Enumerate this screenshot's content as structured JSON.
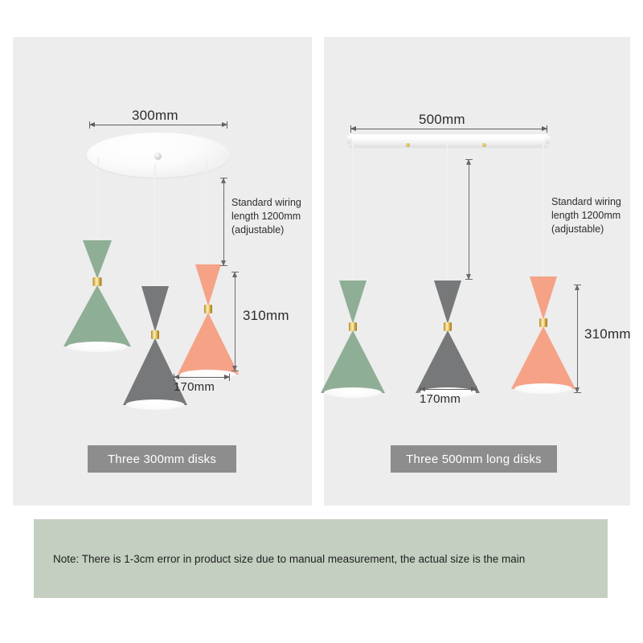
{
  "product": {
    "type": "pendant-light-spec-sheet"
  },
  "panels": [
    {
      "id": "left",
      "caption": "Three 300mm disks",
      "dimensions": {
        "plate_width": "300mm",
        "wiring": "Standard wiring\nlength 1200mm\n(adjustable)",
        "wiring_line1": "Standard wiring",
        "wiring_line2": "length 1200mm",
        "wiring_line3": "(adjustable)",
        "shade_height": "310mm",
        "shade_width": "170mm"
      },
      "lamps": [
        {
          "name": "green-pendant",
          "color": "#8fae96"
        },
        {
          "name": "gray-pendant",
          "color": "#76787a"
        },
        {
          "name": "coral-pendant",
          "color": "#f5a287"
        }
      ]
    },
    {
      "id": "right",
      "caption": "Three 500mm long disks",
      "dimensions": {
        "plate_width": "500mm",
        "wiring_line1": "Standard wiring",
        "wiring_line2": "length 1200mm",
        "wiring_line3": "(adjustable)",
        "shade_height": "310mm",
        "shade_width": "170mm"
      },
      "lamps": [
        {
          "name": "green-pendant",
          "color": "#8fae96"
        },
        {
          "name": "gray-pendant",
          "color": "#76787a"
        },
        {
          "name": "coral-pendant",
          "color": "#f5a287"
        }
      ]
    }
  ],
  "note": {
    "text": "Note: There is 1-3cm error in product size due to manual measurement, the actual size is the main"
  },
  "colors": {
    "panel_bg": "#ecedec",
    "page_bg": "#ffffff",
    "chip_bg": "#8d8d8d",
    "note_bg": "#c5cfc1",
    "green": "#8fae96",
    "gray": "#76787a",
    "coral": "#f5a287",
    "brass": "#d8ae47",
    "dim_line": "#5f5f5f"
  }
}
